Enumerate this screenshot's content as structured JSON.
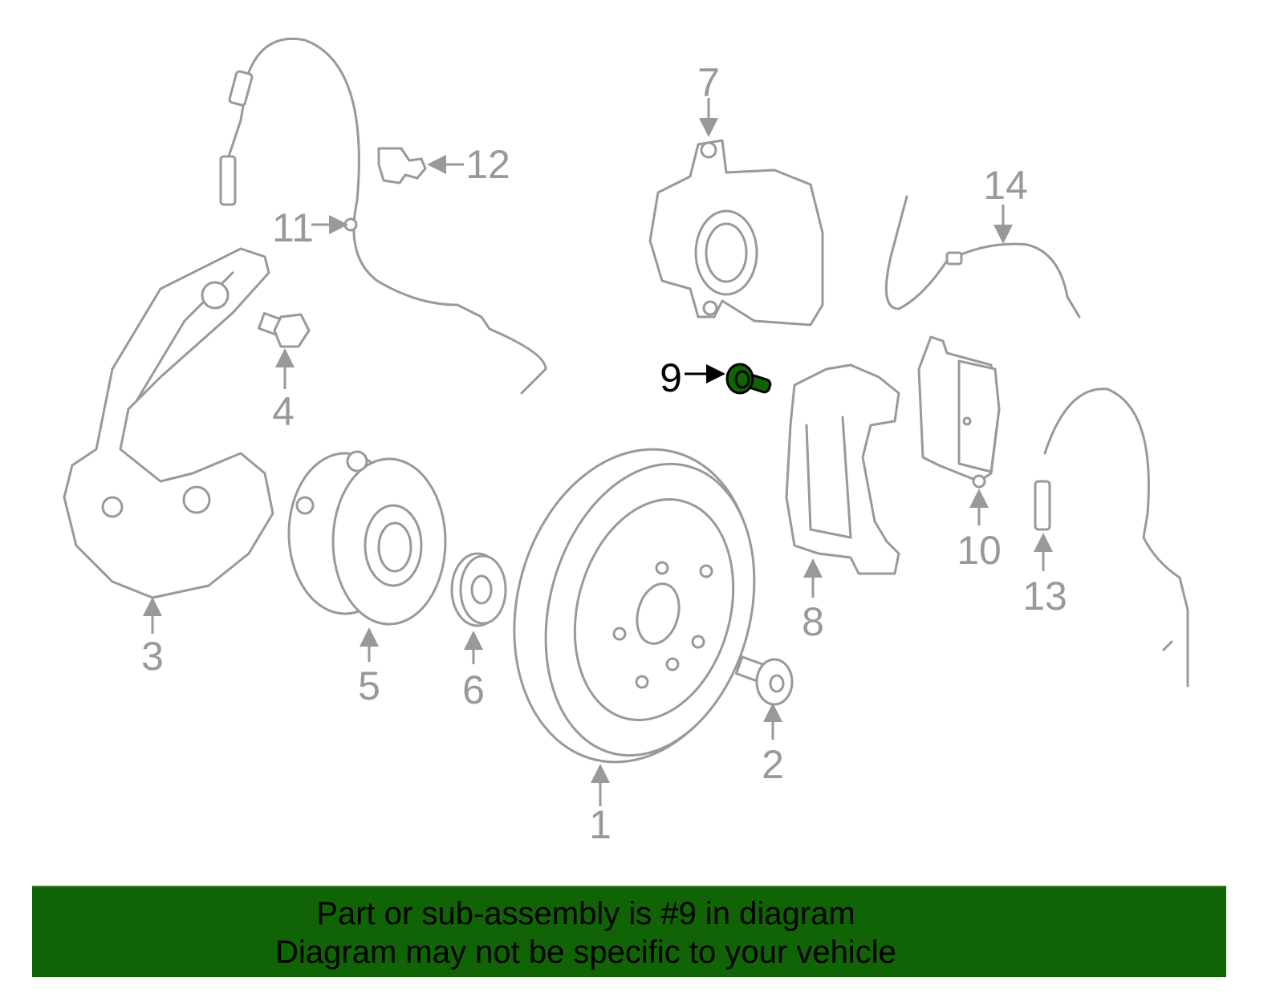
{
  "diagram": {
    "highlighted_part": "9",
    "callouts": [
      "1",
      "2",
      "3",
      "4",
      "5",
      "6",
      "7",
      "8",
      "9",
      "10",
      "11",
      "12",
      "13",
      "14"
    ],
    "colors": {
      "part_stroke": "#999999",
      "highlight": "#116405",
      "highlight_label": "#000000"
    }
  },
  "banner": {
    "line1": "Part or sub-assembly is #9 in diagram",
    "line2": "Diagram may not be specific to your vehicle",
    "background": "#116405"
  }
}
